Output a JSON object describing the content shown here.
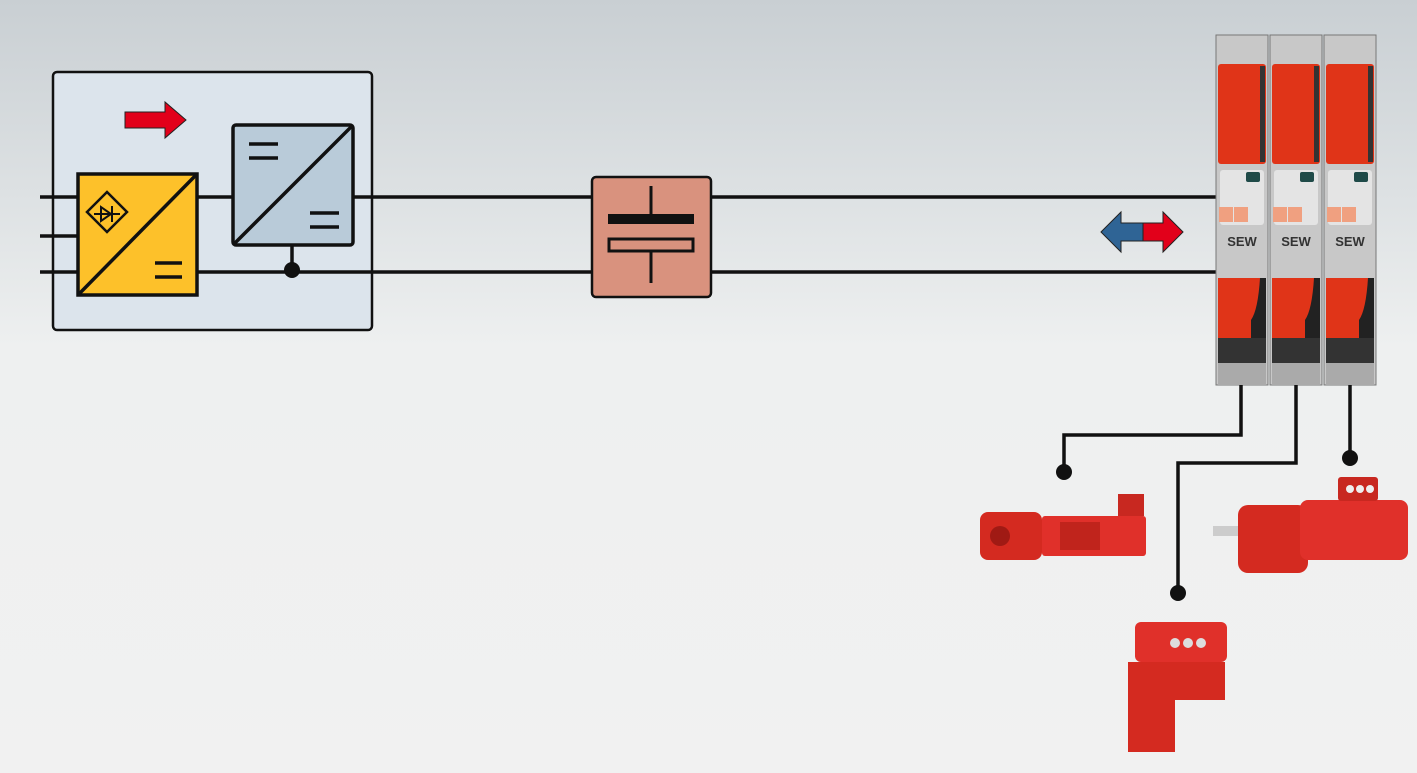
{
  "diagram": {
    "description_labels": [],
    "drive_modules": [
      {
        "brand": "SEW"
      },
      {
        "brand": "SEW"
      },
      {
        "brand": "SEW"
      }
    ],
    "colors": {
      "supply_box": "#dce4ec",
      "rectifier": "#fdc12a",
      "converter": "#b9cbd9",
      "capacitor": "#d9927e",
      "module_red": "#e03418",
      "arrow_red": "#e2001a",
      "arrow_blue": "#2f6495"
    }
  }
}
